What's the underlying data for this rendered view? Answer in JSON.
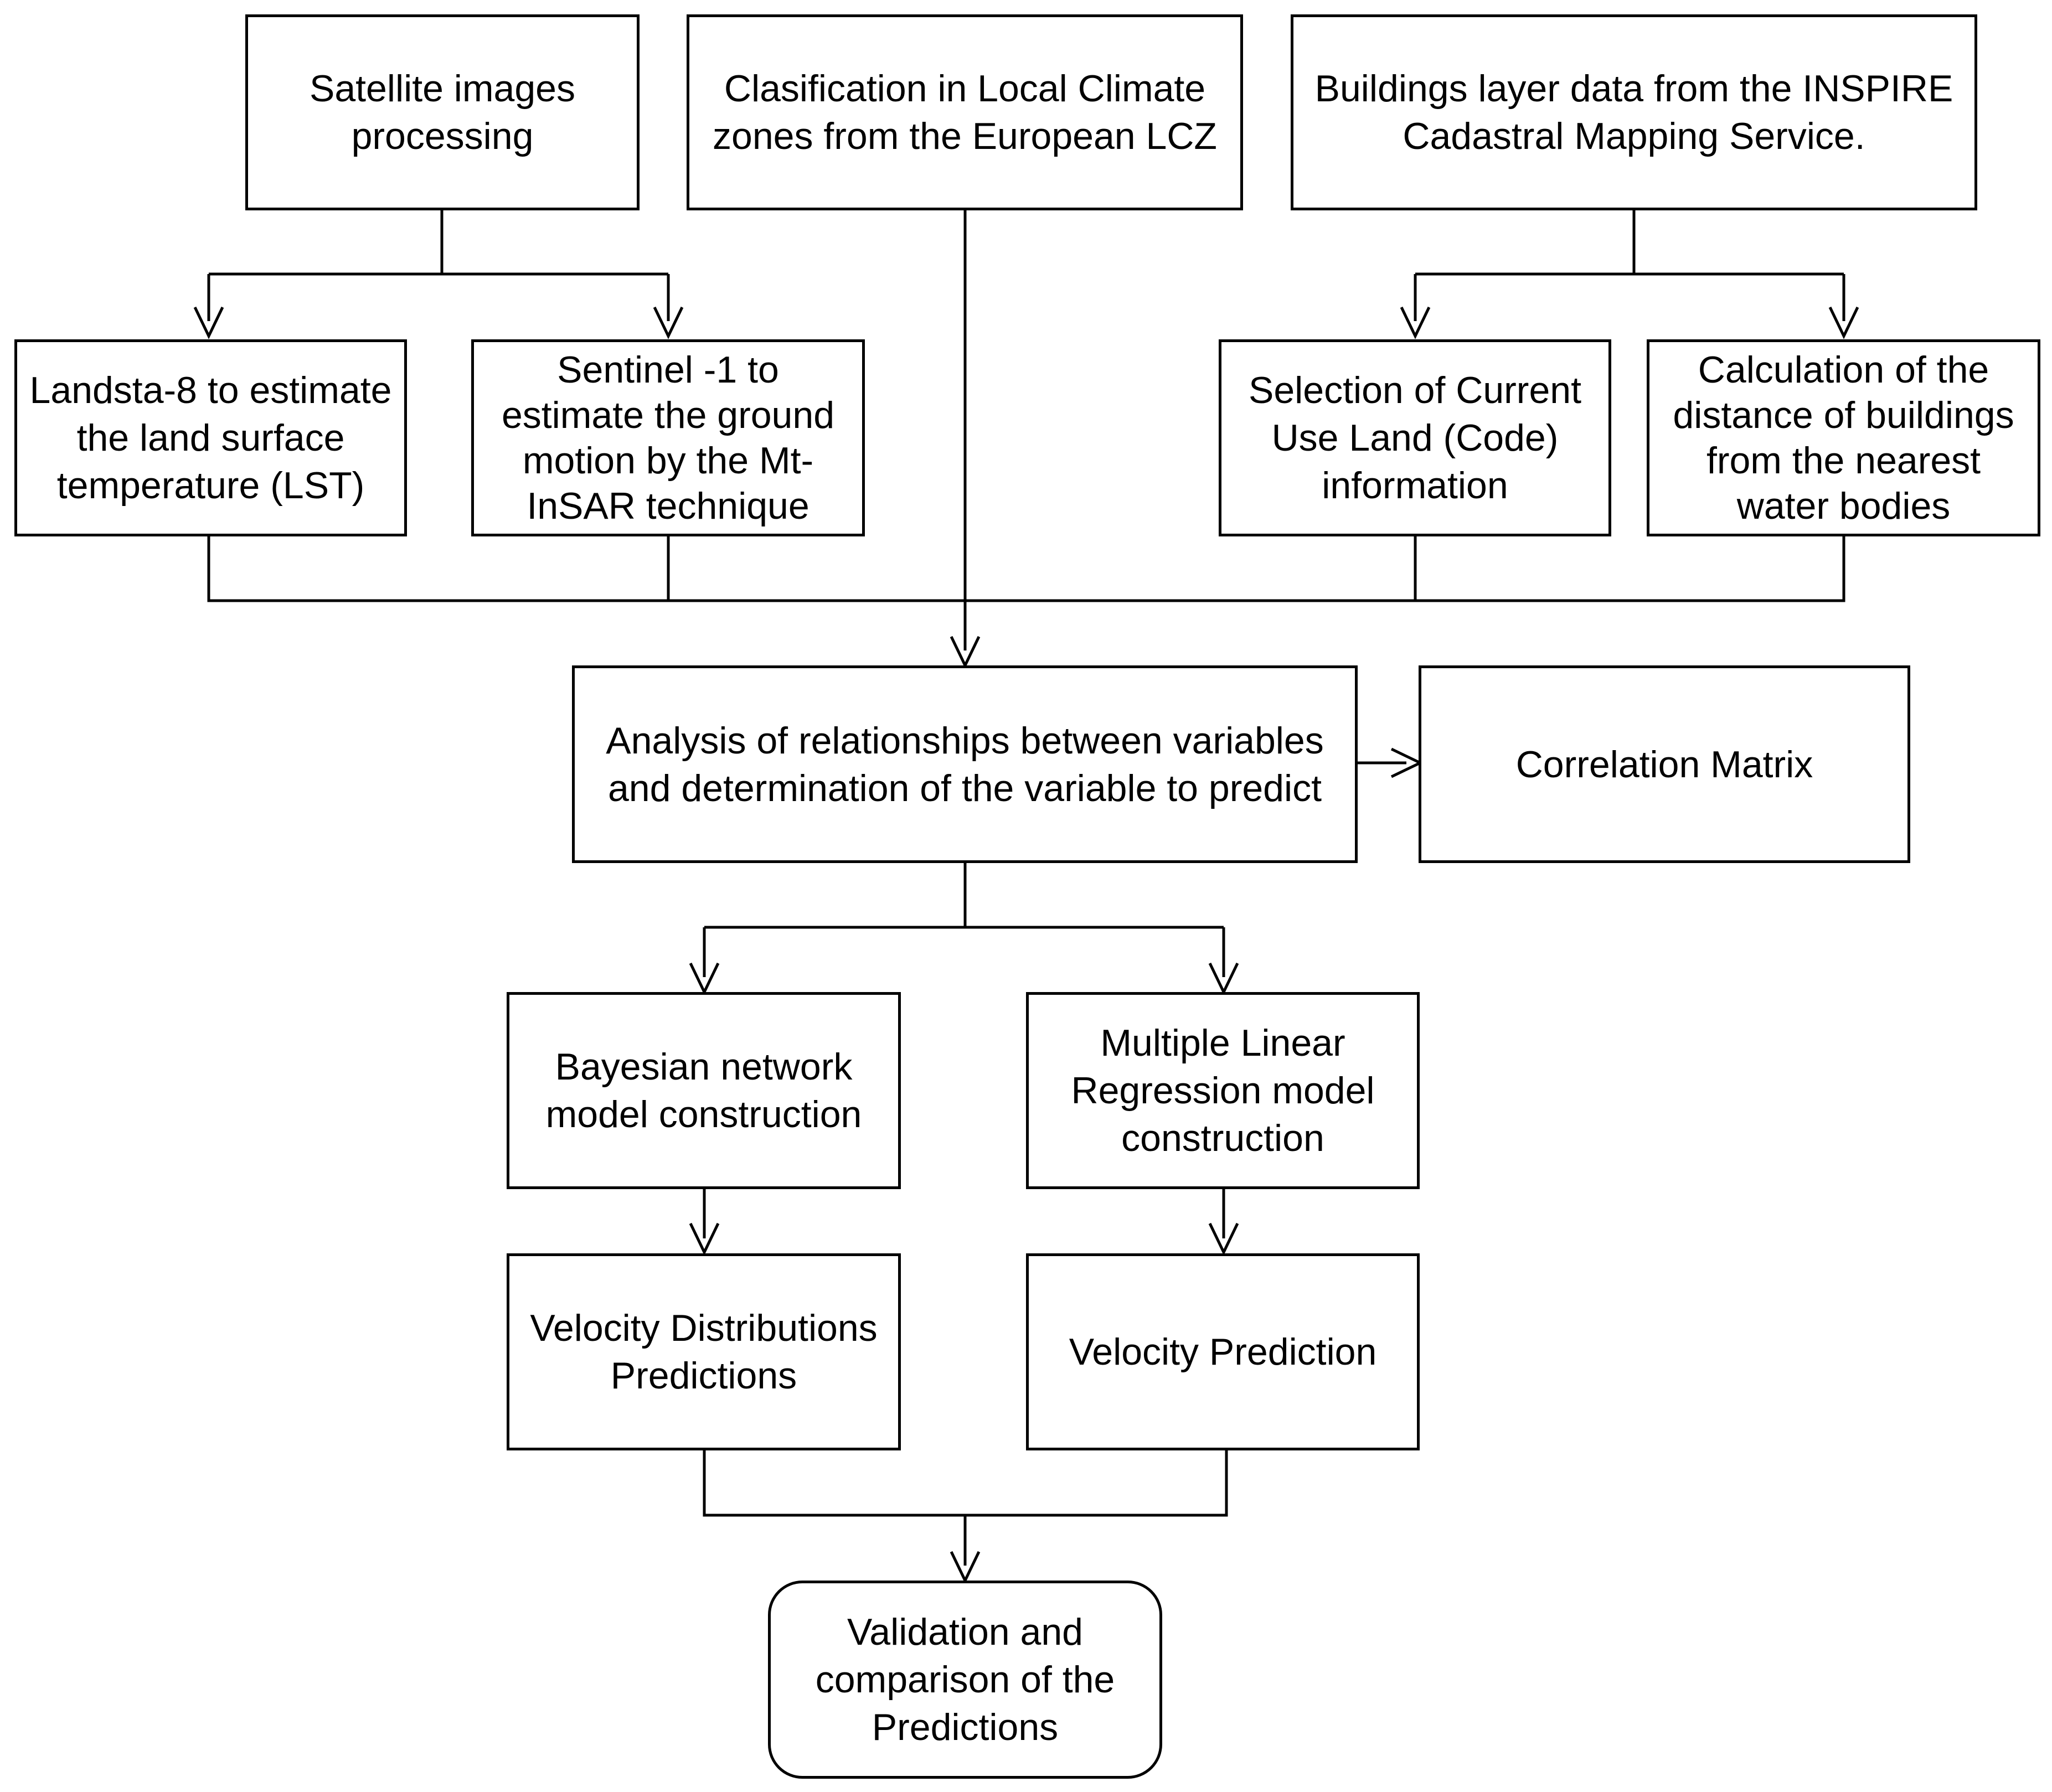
{
  "nodes": {
    "satellite": "Satellite images\nprocessing",
    "lcz": "Clasification in Local Climate\nzones from the European LCZ",
    "buildings": "Buildings layer data from the INSPIRE\nCadastral Mapping Service.",
    "landsat": "Landsta-8 to estimate\nthe land surface\ntemperature (LST)",
    "sentinel": "Sentinel -1 to\nestimate the ground\nmotion by the Mt-\nInSAR technique",
    "land_use": "Selection of Current\nUse Land (Code)\ninformation",
    "water_distance": "Calculation of the\ndistance of buildings\nfrom the nearest\nwater bodies",
    "analysis": "Analysis of relationships between variables\nand determination of the variable to predict",
    "correlation": "Correlation Matrix",
    "bayesian": "Bayesian network\nmodel construction",
    "mlr": "Multiple Linear\nRegression model\nconstruction",
    "velocity_distributions": "Velocity Distributions\nPredictions",
    "velocity_prediction": "Velocity Prediction",
    "validation": "Validation and\ncomparison of the\nPredictions"
  }
}
